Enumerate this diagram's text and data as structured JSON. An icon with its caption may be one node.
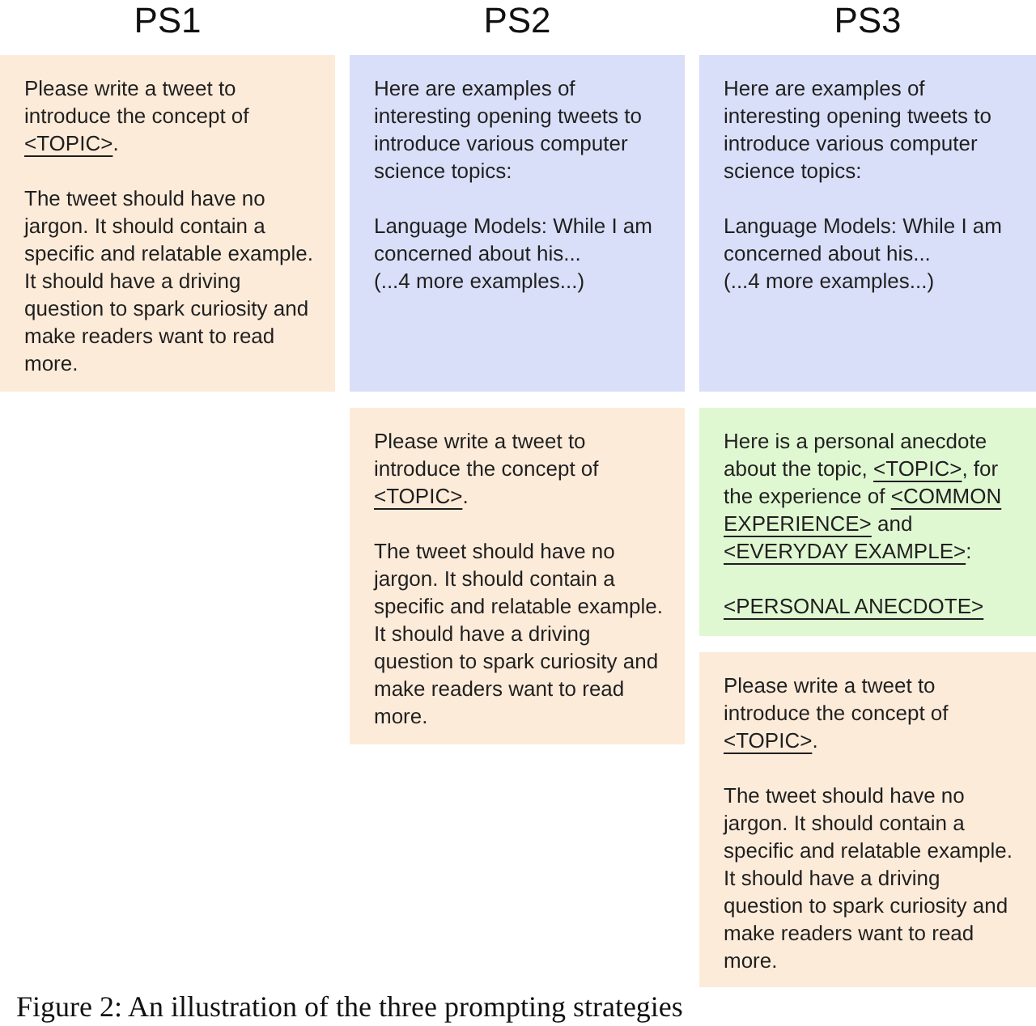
{
  "diagram": {
    "caption": "Figure 2: An illustration of the three prompting strategies",
    "nodes": [
      {
        "text": [
          "Please write a tweet to introduce the concept of <TOPIC>.",
          "The tweet should have no jargon. It should contain a specific and relatable example. It should have a driving question to spark curiosity and make readers want to read more."
        ]
      },
      {
        "text": [
          "Here are examples of interesting opening tweets to introduce various computer science topics:",
          "Language Models: While I am concerned about his...",
          "(...4 more examples...)"
        ]
      },
      {
        "text": [
          "Please write a tweet to introduce the concept of <TOPIC>.",
          "The tweet should have no jargon. It should contain a specific and relatable example. It should have a driving question to spark curiosity and make readers want to read more."
        ]
      },
      {
        "text": [
          "Here are examples of interesting opening tweets to introduce various computer science topics:",
          "Language Models: While I am concerned about his...",
          "(...4 more examples...)"
        ]
      },
      {
        "text": [
          "Here is a personal anecdote about the topic, <TOPIC>, for the experience of <COMMON EXPERIENCE> and <EVERYDAY EXAMPLE>:",
          "<PERSONAL ANECDOTE>"
        ]
      },
      {
        "text": [
          "Please write a tweet to introduce the concept of <TOPIC>.",
          "The tweet should have no jargon. It should contain a specific and relatable example. It should have a driving question to spark curiosity and make readers want to read more."
        ]
      }
    ],
    "labels": [
      "PS1",
      "PS2",
      "PS3"
    ]
  }
}
